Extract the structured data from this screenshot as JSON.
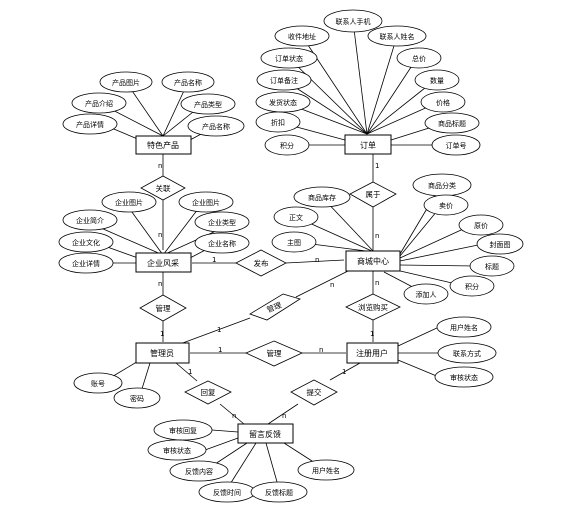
{
  "entities": {
    "featured_product": "特色产品",
    "order": "订单",
    "enterprise": "企业风采",
    "mall": "商城中心",
    "admin": "管理员",
    "registered_user": "注册用户",
    "feedback": "留言反馈"
  },
  "relationships": {
    "association": "关联",
    "belongs": "属于",
    "publish": "发布",
    "manage_enterprise": "管理",
    "manage_mall": "管理",
    "browse_purchase": "浏览购买",
    "manage_user": "管理",
    "reply": "回复",
    "submit": "提交"
  },
  "attributes": {
    "featured_product": [
      "产品图片",
      "产品名称",
      "产品介绍",
      "产品类型",
      "产品详情",
      "产品名称"
    ],
    "order": [
      "联系人手机",
      "收件地址",
      "联系人姓名",
      "订单状态",
      "总价",
      "订单备注",
      "数量",
      "发货状态",
      "价格",
      "折扣",
      "商品标题",
      "积分",
      "订单号"
    ],
    "enterprise": [
      "企业图片",
      "企业图片",
      "企业简介",
      "企业类型",
      "企业文化",
      "企业名称",
      "企业详情"
    ],
    "mall": [
      "商品分类",
      "商品库存",
      "卖价",
      "正文",
      "原价",
      "主图",
      "封面图",
      "标题",
      "添加人",
      "积分"
    ],
    "admin": [
      "账号",
      "密码"
    ],
    "registered_user": [
      "用户姓名",
      "联系方式",
      "审核状态"
    ],
    "feedback": [
      "审核回复",
      "审核状态",
      "反馈内容",
      "用户姓名",
      "反馈时间",
      "反馈标题"
    ]
  },
  "cardinality": {
    "product_top": "n",
    "product_bottom": "n",
    "order_top": "1",
    "order_bottom": "n",
    "enterprise_top": "n",
    "enterprise_bottom": "n",
    "enterprise_right": "1",
    "publish_right": "n",
    "admin_top": "1",
    "admin_right": "1",
    "admin_bottom": "1",
    "admin_diag": "1",
    "mall_diag": "n",
    "mall_bottom": "n",
    "user_top": "1",
    "user_left": "n",
    "user_bottom": "1",
    "feedback_left": "n",
    "feedback_right": "n"
  }
}
